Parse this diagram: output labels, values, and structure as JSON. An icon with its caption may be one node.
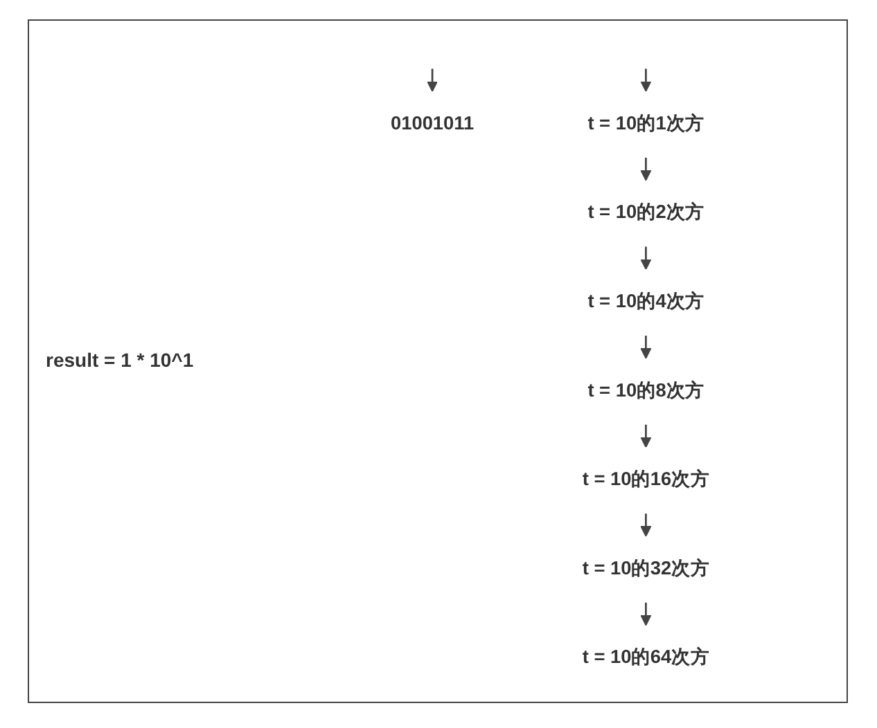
{
  "diagram": {
    "nodes": [
      {
        "text": [
          "01001011"
        ]
      },
      {
        "text": [
          "t = 10的1次方"
        ]
      },
      {
        "text": [
          "t = 10的2次方"
        ]
      },
      {
        "text": [
          "t = 10的4次方"
        ]
      },
      {
        "text": [
          "t = 10的8次方"
        ]
      },
      {
        "text": [
          "t = 10的16次方"
        ]
      },
      {
        "text": [
          "t = 10的32次方"
        ]
      },
      {
        "text": [
          "t = 10的64次方"
        ]
      }
    ],
    "edges": [
      {
        "from": null,
        "to": 0,
        "arrow": "to"
      },
      {
        "from": null,
        "to": 1,
        "arrow": "to"
      },
      {
        "from": 1,
        "to": 2,
        "arrow": "to"
      },
      {
        "from": 2,
        "to": 3,
        "arrow": "to"
      },
      {
        "from": 3,
        "to": 4,
        "arrow": "to"
      },
      {
        "from": 4,
        "to": 5,
        "arrow": "to"
      },
      {
        "from": 5,
        "to": 6,
        "arrow": "to"
      },
      {
        "from": 6,
        "to": 7,
        "arrow": "to"
      }
    ],
    "labels": [
      "result = 1 * 10^1"
    ]
  }
}
